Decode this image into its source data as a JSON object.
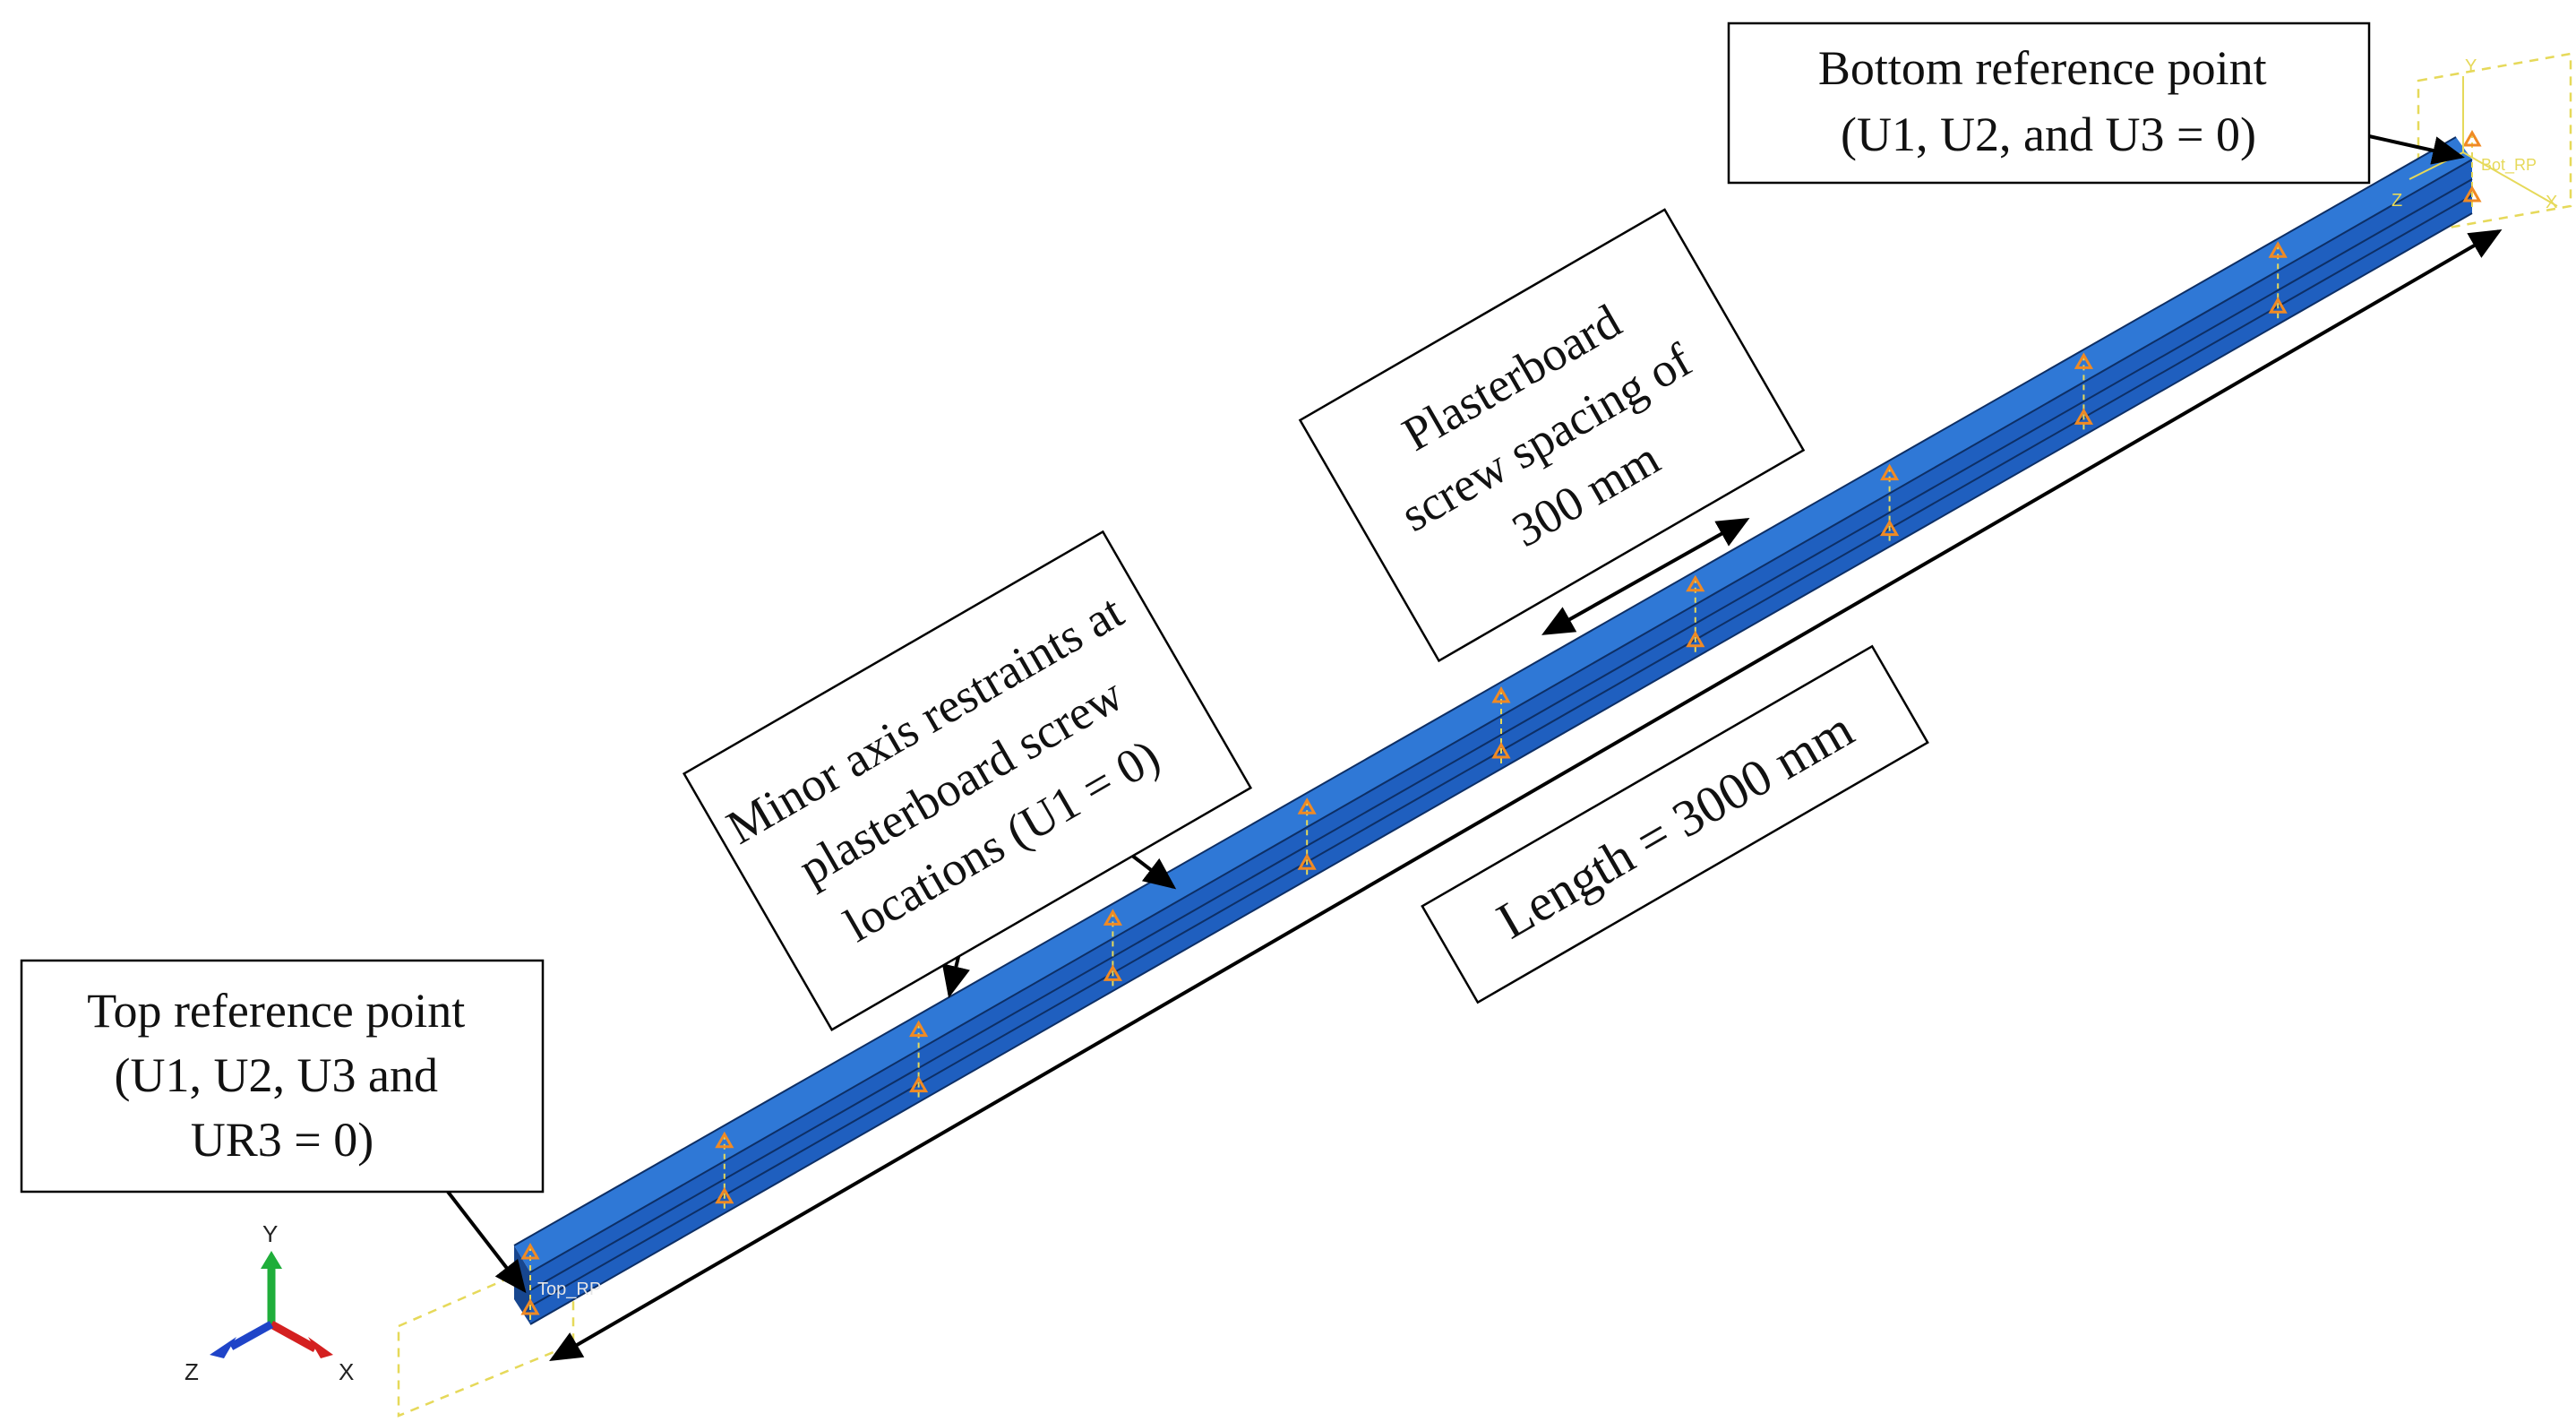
{
  "annotations": {
    "top_reference": {
      "line1": "Top reference point",
      "line2": "(U1, U2, U3 and",
      "line3": "UR3 = 0)"
    },
    "bottom_reference": {
      "line1": "Bottom reference point",
      "line2": "(U1, U2, and U3 = 0)"
    },
    "minor_axis": {
      "line1": "Minor axis restraints at",
      "line2": "plasterboard screw",
      "line3": "locations (U1 = 0)"
    },
    "screw_spacing": {
      "line1": "Plasterboard",
      "line2": "screw spacing of",
      "line3": "300 mm"
    },
    "length": {
      "text": "Length = 3000 mm"
    }
  },
  "model_labels": {
    "top_rp": "Top_RP",
    "bot_rp": "Bot_RP"
  },
  "triad": {
    "x": "X",
    "y": "Y",
    "z": "Z"
  },
  "small_triad": {
    "x": "X",
    "y": "Y",
    "z": "Z"
  },
  "colors": {
    "member_top": "#2f78d6",
    "member_face": "#1f5fbf",
    "member_dark": "#17468f",
    "restraint": "#f08a24",
    "ref_line": "#e6d95a",
    "triad_x": "#d42020",
    "triad_y": "#1fae3a",
    "triad_z": "#1f44c8"
  }
}
